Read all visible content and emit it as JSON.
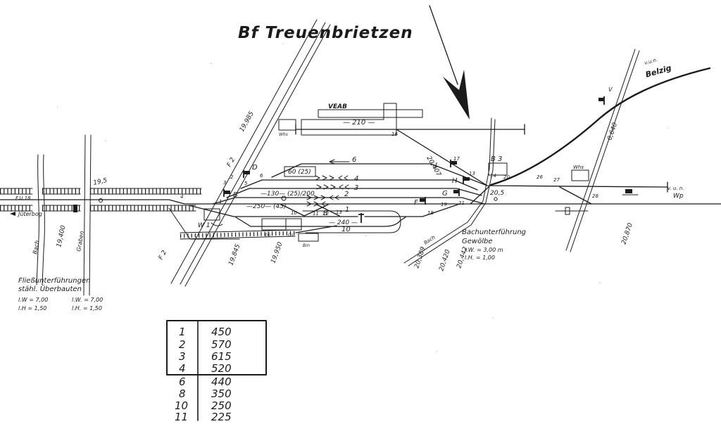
{
  "title": "Bf Treuenbrietzen",
  "colors": {
    "ink": "#1b1b1b",
    "paper": "#ffffff"
  },
  "directions": {
    "jueterbog": "Jüterbog",
    "belzig_prefix": "v.u.n.",
    "belzig": "Belzig",
    "wp_prefix": "v. u. n.",
    "wp": "Wp"
  },
  "waterways": {
    "bach_left": "Bach",
    "graben": "Graben",
    "bach_right": "Bach"
  },
  "roads": {
    "f2_a": "F 2",
    "f2_b": "F 2"
  },
  "km": {
    "k19_400": "19,400",
    "k19_5": "19,5",
    "k19_845": "19,845",
    "k19_950": "19,950",
    "k19_985": "19,985",
    "k20_407": "20,407",
    "k20_5": "20,5",
    "k20_389": "20,389",
    "k20_420": "20,420",
    "k20_442": "20,442",
    "k20_870": "20,870",
    "k0_640": "0,640"
  },
  "structures": {
    "fu18": "F.U.18",
    "veab": "VEAB",
    "b3": "B 3",
    "w1": "W 1",
    "whs_a": "Whs",
    "whs_b": "Whs",
    "eg": "EG",
    "gs": "Gs",
    "bm": "Bm"
  },
  "signals": {
    "d": "D",
    "b": "B",
    "g": "G",
    "h": "H",
    "j": "J",
    "f": "F",
    "v": "V"
  },
  "measurements": {
    "m210": "— 210 —",
    "m60": "60 (25)",
    "m130": "—130— (25)/200",
    "m250": "—250—   (45)",
    "m240": "— 240 —"
  },
  "tracks": {
    "t1": "1",
    "t2": "2",
    "t3": "3",
    "t4": "4",
    "t6": "6",
    "t8": "8",
    "t10": "10"
  },
  "switches": [
    "1",
    "2",
    "3",
    "4",
    "5",
    "6",
    "10",
    "11",
    "12",
    "13",
    "16",
    "17",
    "13",
    "14",
    "20",
    "18",
    "19",
    "21",
    "26",
    "27",
    "28"
  ],
  "notes": {
    "fliess1": "Fließunterführungen",
    "fliess2": "stähl. Überbauten",
    "f_w1": "l.W = 7,00",
    "f_h1": "l.H = 1,50",
    "f_w2": "l.W. = 7,00",
    "f_h2": "l.H. = 1,50",
    "bach1": "Bachunterführung",
    "bach2": "Gewölbe",
    "bach_w": "l.W. = 3,00 m",
    "bach_h": "l.H. = 1,00"
  },
  "table": {
    "rows": [
      {
        "track": "1",
        "length": "450"
      },
      {
        "track": "2",
        "length": "570"
      },
      {
        "track": "3",
        "length": "615"
      },
      {
        "track": "4",
        "length": "520"
      },
      {
        "track": "6",
        "length": "440"
      },
      {
        "track": "8",
        "length": "350"
      },
      {
        "track": "10",
        "length": "250"
      },
      {
        "track": "11",
        "length": "225"
      }
    ]
  }
}
